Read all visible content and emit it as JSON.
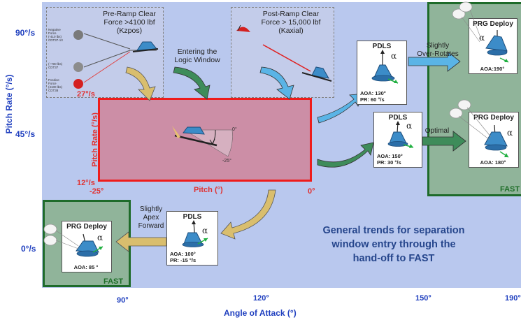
{
  "axes": {
    "y_title": "Pitch Rate (°/s)",
    "x_title": "Angle of Attack (°)",
    "y_ticks": [
      "90°/s",
      "45°/s",
      "0°/s"
    ],
    "x_ticks": [
      "90°",
      "120°",
      "150°",
      "190°"
    ]
  },
  "pre_ramp": {
    "title": "Pre-Ramp Clear\nForce >4100 lbf\n(Kzpos)",
    "legend_1": "Negative\nForce\n(-410 lbs)\nCDT37-13",
    "legend_2": "(~700 lbs)\nCDT37",
    "legend_3": "Positive\nForce\n(4100 lbs)\nCDT38"
  },
  "post_ramp": {
    "title": "Post-Ramp Clear\nForce > 15,000 lbf\n(Kaxial)"
  },
  "entering_label": "Entering the\nLogic Window",
  "window": {
    "top_rate": "27°/s",
    "bottom_rate": "12°/s",
    "pitch_min": "-25°",
    "pitch_max": "0°",
    "ylabel": "Pitch Rate (°/s)",
    "xlabel": "Pitch (°)",
    "angle_0": "0°",
    "angle_neg25": "-25°"
  },
  "cards": {
    "pdls_130": {
      "title": "PDLS",
      "alpha": "α",
      "line1": "AOA: 130°",
      "line2": "PR: 60 °/s"
    },
    "pdls_150": {
      "title": "PDLS",
      "alpha": "α",
      "line1": "AOA: 150°",
      "line2": "PR: 30 °/s"
    },
    "pdls_100": {
      "title": "PDLS",
      "alpha": "α",
      "line1": "AOA: 100°",
      "line2": "PR: -15 °/s"
    },
    "prg_190": {
      "title": "PRG Deploy",
      "alpha": "α",
      "line1": "AOA:190°"
    },
    "prg_180": {
      "title": "PRG Deploy",
      "alpha": "α",
      "line1": "AOA: 180°"
    },
    "prg_85": {
      "title": "PRG Deploy",
      "alpha": "α",
      "line1": "AOA: 85 °"
    }
  },
  "arrow_labels": {
    "slightly_over": "Slightly\nOver-Rotates",
    "optimal": "Optimal",
    "slightly_apex": "Slightly\nApex\nForward"
  },
  "fast_label": "FAST",
  "general_trends": "General trends for separation\nwindow entry through the\nhand-off to FAST",
  "colors": {
    "background": "#b9c8ee",
    "fast_box": "#90b49a",
    "window_fill": "#cc8ea6",
    "window_border": "#ee1c1c",
    "arrow_blue": "#5ab4e6",
    "arrow_green": "#3e8c5a",
    "arrow_tan": "#d9be6e",
    "capsule": "#3c8cc8"
  }
}
